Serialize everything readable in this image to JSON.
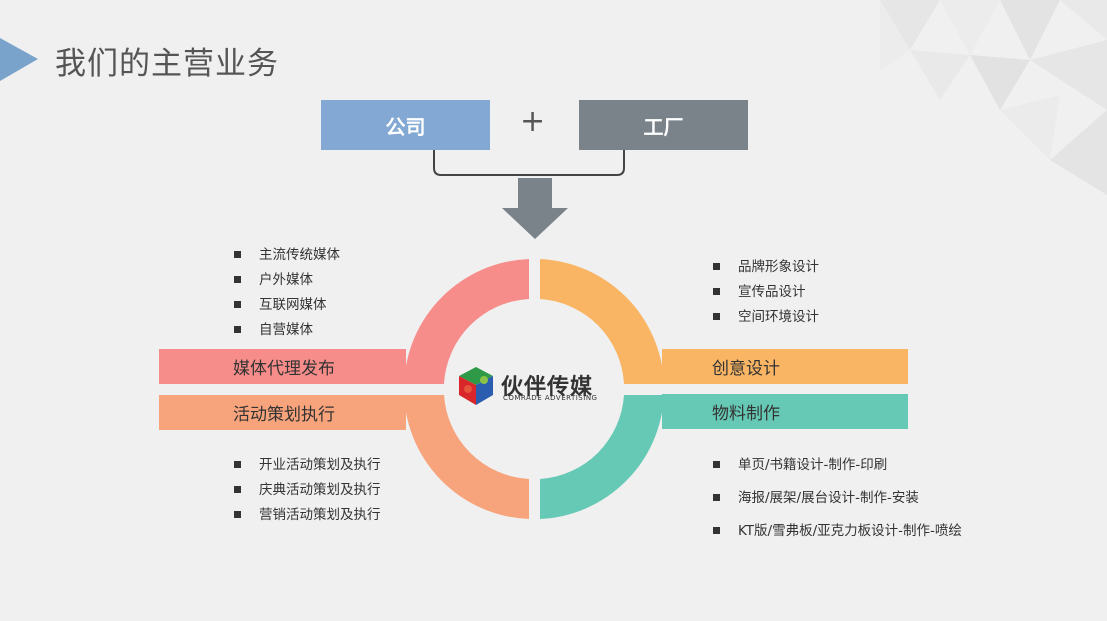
{
  "page": {
    "title": "我们的主营业务"
  },
  "top": {
    "company": "公司",
    "plus": "+",
    "factory": "工厂"
  },
  "colors": {
    "company_box": "#82a8d3",
    "factory_box": "#7a828a",
    "arrow": "#7a828a",
    "media": "#f78d8a",
    "event": "#f7a37b",
    "creative": "#f9b564",
    "material": "#66c9b5",
    "accent_left": "#7aa3cc"
  },
  "quadrants": {
    "media": {
      "label": "媒体代理发布",
      "items": [
        "主流传统媒体",
        "户外媒体",
        "互联网媒体",
        "自营媒体"
      ]
    },
    "event": {
      "label": "活动策划执行",
      "items": [
        "开业活动策划及执行",
        "庆典活动策划及执行",
        "营销活动策划及执行"
      ]
    },
    "creative": {
      "label": "创意设计",
      "items": [
        "品牌形象设计",
        "宣传品设计",
        "空间环境设计"
      ]
    },
    "material": {
      "label": "物料制作",
      "items": [
        "单页/书籍设计-制作-印刷",
        "海报/展架/展台设计-制作-安装",
        "KT版/雪弗板/亚克力板设计-制作-喷绘"
      ]
    }
  },
  "logo": {
    "cn": "伙伴传媒",
    "en": "COMRADE ADVERTISING",
    "icon": "puzzle-cube-icon"
  }
}
